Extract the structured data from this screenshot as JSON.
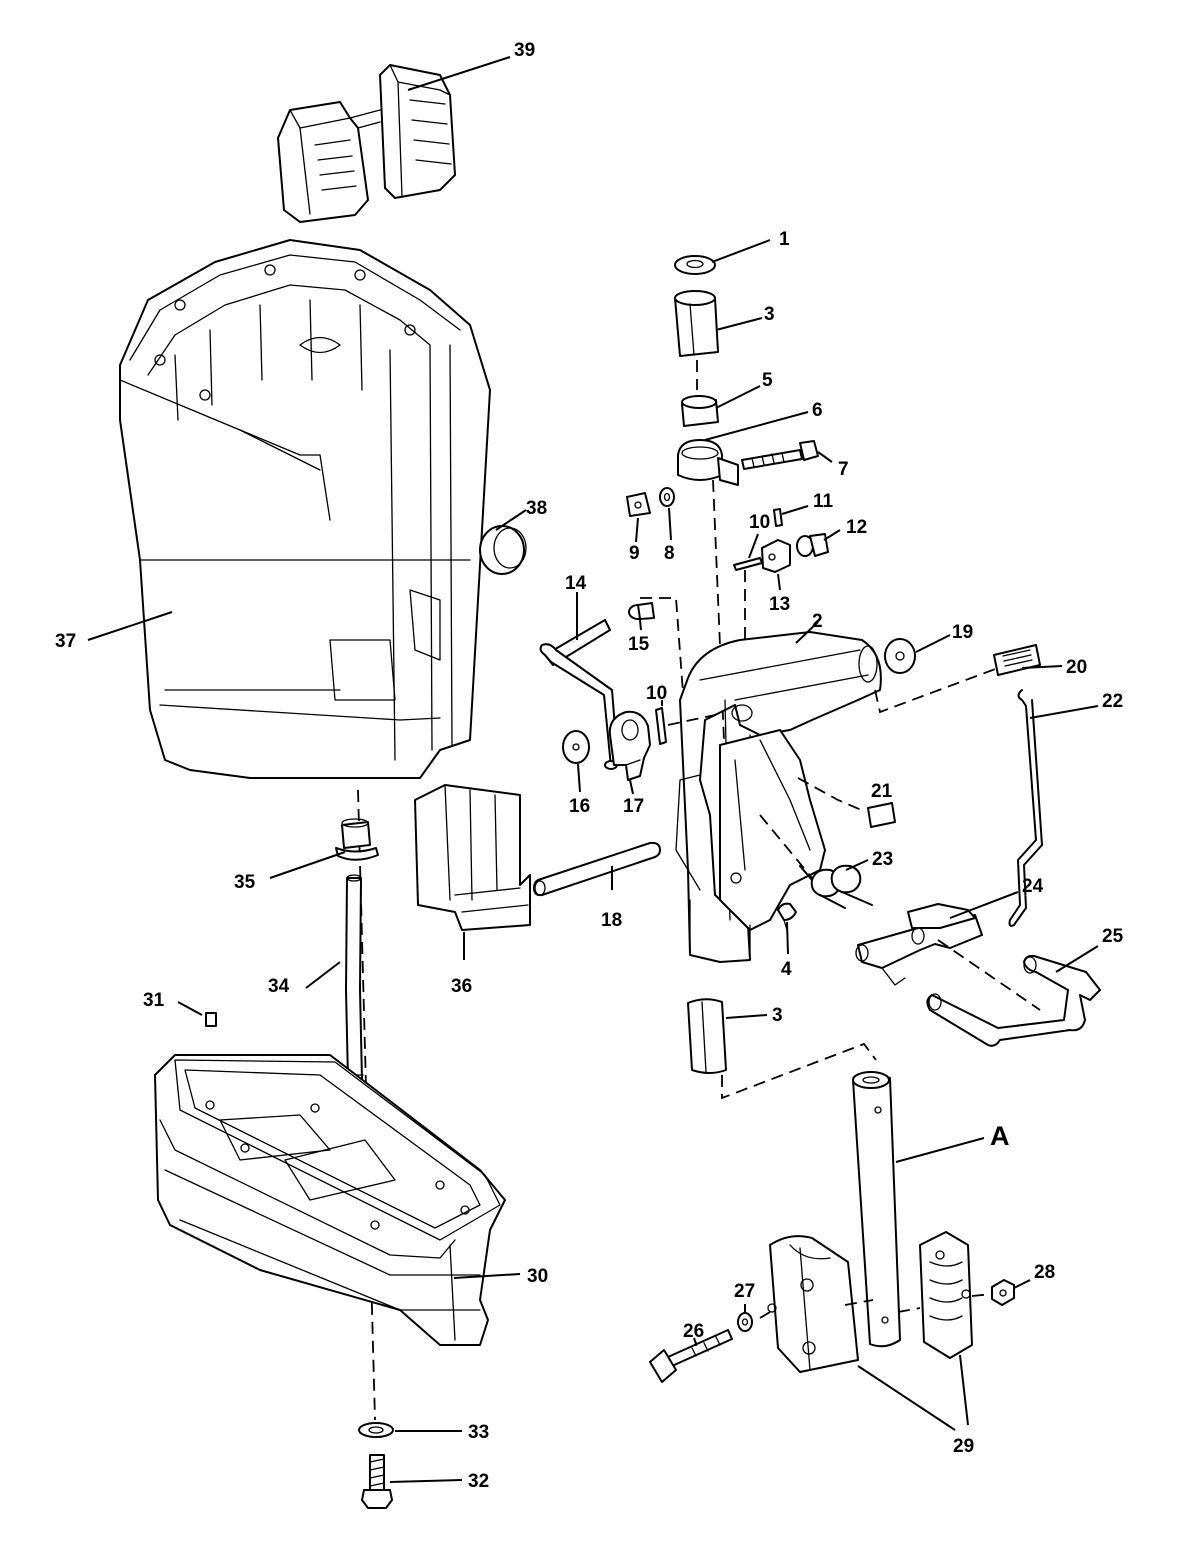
{
  "callouts": [
    {
      "id": "c1",
      "label": "1"
    },
    {
      "id": "c3a",
      "label": "3"
    },
    {
      "id": "c5",
      "label": "5"
    },
    {
      "id": "c6",
      "label": "6"
    },
    {
      "id": "c7",
      "label": "7"
    },
    {
      "id": "c9",
      "label": "9"
    },
    {
      "id": "c8",
      "label": "8"
    },
    {
      "id": "c10a",
      "label": "10"
    },
    {
      "id": "c11",
      "label": "11"
    },
    {
      "id": "c12",
      "label": "12"
    },
    {
      "id": "c13",
      "label": "13"
    },
    {
      "id": "c2",
      "label": "2"
    },
    {
      "id": "c14",
      "label": "14"
    },
    {
      "id": "c15",
      "label": "15"
    },
    {
      "id": "c19",
      "label": "19"
    },
    {
      "id": "c20",
      "label": "20"
    },
    {
      "id": "c22",
      "label": "22"
    },
    {
      "id": "c10b",
      "label": "10"
    },
    {
      "id": "c16",
      "label": "16"
    },
    {
      "id": "c17",
      "label": "17"
    },
    {
      "id": "c21",
      "label": "21"
    },
    {
      "id": "c23",
      "label": "23"
    },
    {
      "id": "c24",
      "label": "24"
    },
    {
      "id": "c25",
      "label": "25"
    },
    {
      "id": "c18",
      "label": "18"
    },
    {
      "id": "c4",
      "label": "4"
    },
    {
      "id": "c3b",
      "label": "3"
    },
    {
      "id": "cA",
      "label": "A"
    },
    {
      "id": "c28",
      "label": "28"
    },
    {
      "id": "c27",
      "label": "27"
    },
    {
      "id": "c26",
      "label": "26"
    },
    {
      "id": "c29",
      "label": "29"
    },
    {
      "id": "c39",
      "label": "39"
    },
    {
      "id": "c38",
      "label": "38"
    },
    {
      "id": "c37",
      "label": "37"
    },
    {
      "id": "c35",
      "label": "35"
    },
    {
      "id": "c36",
      "label": "36"
    },
    {
      "id": "c34",
      "label": "34"
    },
    {
      "id": "c31",
      "label": "31"
    },
    {
      "id": "c30",
      "label": "30"
    },
    {
      "id": "c33",
      "label": "33"
    },
    {
      "id": "c32",
      "label": "32"
    }
  ]
}
